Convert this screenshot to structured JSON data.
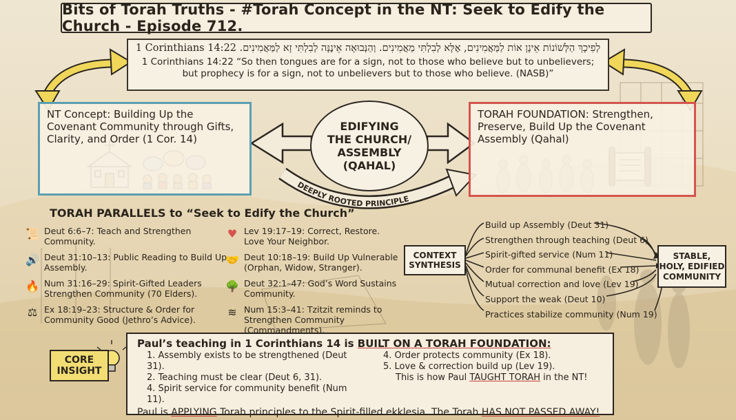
{
  "title": "Bits of Torah Truths - #Torah Concept in the NT: Seek to Edify the Church - Episode 712.",
  "verse": {
    "hebrew_ref": "1 Corinthians 14:22",
    "hebrew": "לְפִיכָךְ הַלְּשׁוֹנוֹת אֵינָן אוֹת לַמַּאֲמִינִים, אֶלָּא לְבִלְתִּי מַאֲמִינִים. וְהַנְּבוּאָה אֵינֶנָּה לְבִלְתִּי זָא לַמַּאֲמִינִים.",
    "english": "1 Corinthians 14:22 “So then tongues are for a sign, not to those who believe but to unbelievers; but prophecy is for a sign, not to unbelievers but to those who believe. (NASB)”"
  },
  "nt_concept": "NT Concept: Building Up the Covenant Community through Gifts, Clarity, and Order (1 Cor. 14)",
  "center": {
    "l1": "EDIFYING",
    "l2": "THE CHURCH/",
    "l3": "ASSEMBLY",
    "l4": "(QAHAL)"
  },
  "arc_label": "DEEPLY ROOTED PRINCIPLE",
  "torah_foundation": "TORAH FOUNDATION: Strengthen, Preserve, Build Up the Covenant Assembly (Qahal)",
  "parallels": {
    "title": "TORAH PARALLELS to “Seek to Edify the Church”",
    "items": [
      {
        "icon": "scroll-icon",
        "glyph": "📜",
        "text": "Deut 6:6–7: Teach and Strengthen Community."
      },
      {
        "icon": "heart-icon",
        "glyph": "♥",
        "text": "Lev 19:17–19: Correct, Restore. Love Your Neighbor."
      },
      {
        "icon": "speaker-icon",
        "glyph": "🔊",
        "text": "Deut 31:10–13: Public Reading to Build Up Assembly."
      },
      {
        "icon": "handshake-icon",
        "glyph": "🤝",
        "text": "Deut 10:18–19: Build Up Vulnerable (Orphan, Widow, Stranger)."
      },
      {
        "icon": "flame-icon",
        "glyph": "🔥",
        "text": "Num 31:16–29: Spirit-Gifted Leaders Strengthen Community (70 Elders)."
      },
      {
        "icon": "tree-icon",
        "glyph": "🌳",
        "text": "Deut 32:1–47: God’s Word Sustains Community."
      },
      {
        "icon": "gavel-icon",
        "glyph": "⚖",
        "text": "Ex 18:19–23: Structure & Order for Community Good (Jethro’s Advice)."
      },
      {
        "icon": "tassel-icon",
        "glyph": "≋",
        "text": "Num 15:3–41: Tzitzit reminds to Strengthen Community (Commandments)."
      }
    ]
  },
  "synthesis": "CONTEXT SYNTHESIS",
  "outcomes": [
    "Build up Assembly (Deut 31)",
    "Strengthen through teaching (Deut 6)",
    "Spirit-gifted service (Num 11)",
    "Order for communal benefit (Ex 18)",
    "Mutual correction and love (Lev 19)",
    "Support the weak (Deut 10)",
    "Practices stabilize community (Num 19)"
  ],
  "result": "STABLE, HOLY, EDIFIED COMMUNITY",
  "core": {
    "tag_l1": "CORE",
    "tag_l2": "INSIGHT",
    "head_a": "Paul’s teaching in 1 Corinthians 14 is ",
    "head_b": "BUILT ON A TORAH FOUNDATION:",
    "p1": "1. Assembly exists to be strengthened (Deut 31).",
    "p2": "2. Teaching must be clear (Deut 6, 31).",
    "p3": "4. Spirit service for community benefit (Num 11).",
    "p4": "4. Order protects community (Ex 18).",
    "p5": "5. Love & correction build up (Lev 19).",
    "p6a": "This is how Paul ",
    "p6b": "TAUGHT TORAH",
    "p6c": " in the NT!",
    "f_a": "Paul is ",
    "f_b": "APPLYING",
    "f_c": " Torah principles to the Spirit-filled ekklesia.   The Torah ",
    "f_d": "HAS NOT PASSED AWAY!"
  },
  "colors": {
    "nt_border": "#5a9fb2",
    "torah_border": "#d5534d",
    "core_tag": "#f2dd74",
    "arrow_yellow": "#f0d75a"
  }
}
